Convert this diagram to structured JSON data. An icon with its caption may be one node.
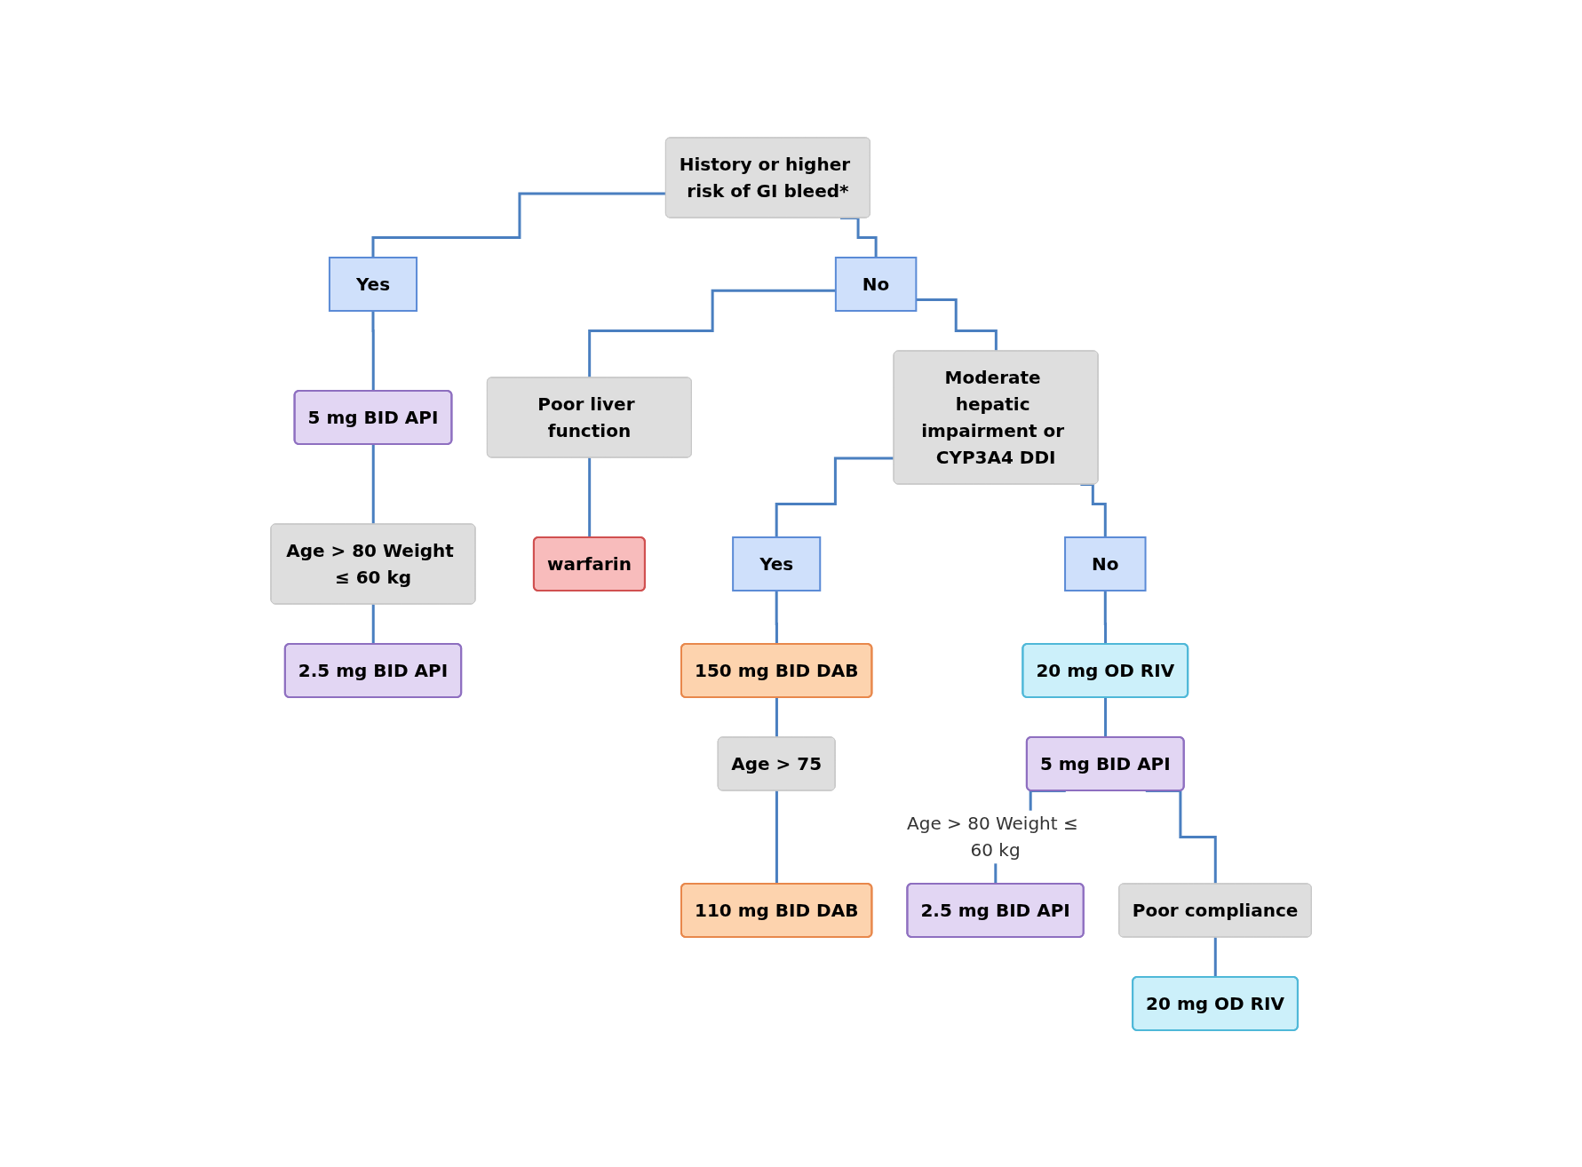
{
  "diagram": {
    "nodes": [
      {
        "text": [
          "History or higher risk of GI bleed*"
        ]
      },
      {
        "text": [
          "Yes"
        ]
      },
      {
        "text": [
          "No"
        ]
      },
      {
        "text": [
          "5 mg BID API"
        ]
      },
      {
        "text": [
          "Age > 80 Weight ≤ 60 kg"
        ]
      },
      {
        "text": [
          "2.5 mg BID API"
        ]
      },
      {
        "text": [
          "Moderate hepatic impairment or CYP3A4 DDI"
        ]
      },
      {
        "text": [
          "Poor liver function"
        ]
      },
      {
        "text": [
          "warfarin"
        ]
      },
      {
        "text": [
          "Yes"
        ]
      },
      {
        "text": [
          "No"
        ]
      },
      {
        "text": [
          "150 mg BID DAB"
        ]
      },
      {
        "text": [
          "Age > 75"
        ]
      },
      {
        "text": [
          "110 mg BID DAB"
        ]
      },
      {
        "text": [
          "20 mg OD RIV"
        ]
      },
      {
        "text": [
          "5 mg BID API"
        ]
      },
      {
        "text": [
          "2.5 mg BID API"
        ]
      },
      {
        "text": [
          "Poor compliance"
        ]
      },
      {
        "text": [
          "20 mg OD RIV"
        ]
      }
    ],
    "edges": [
      {
        "from": 0,
        "to": 1,
        "arrow": "none"
      },
      {
        "from": 0,
        "to": 2,
        "arrow": "none"
      },
      {
        "from": 1,
        "to": 3,
        "arrow": "none"
      },
      {
        "from": 3,
        "to": 4,
        "arrow": "none"
      },
      {
        "from": 4,
        "to": 5,
        "arrow": "none"
      },
      {
        "from": 2,
        "to": 6,
        "arrow": "none"
      },
      {
        "from": 2,
        "to": 7,
        "arrow": "none"
      },
      {
        "from": 7,
        "to": 8,
        "arrow": "none"
      },
      {
        "from": 6,
        "to": 9,
        "arrow": "none"
      },
      {
        "from": 6,
        "to": 10,
        "arrow": "none"
      },
      {
        "from": 9,
        "to": 11,
        "arrow": "none"
      },
      {
        "from": 11,
        "to": 12,
        "arrow": "none"
      },
      {
        "from": 12,
        "to": 13,
        "arrow": "none"
      },
      {
        "from": 10,
        "to": 14,
        "arrow": "none"
      },
      {
        "from": 14,
        "to": 15,
        "arrow": "none"
      },
      {
        "from": 15,
        "to": 16,
        "arrow": "none",
        "label": "Age > 80 Weight ≤ 60 kg"
      },
      {
        "from": 15,
        "to": 17,
        "arrow": "none"
      },
      {
        "from": 17,
        "to": 18,
        "arrow": "none"
      }
    ]
  }
}
